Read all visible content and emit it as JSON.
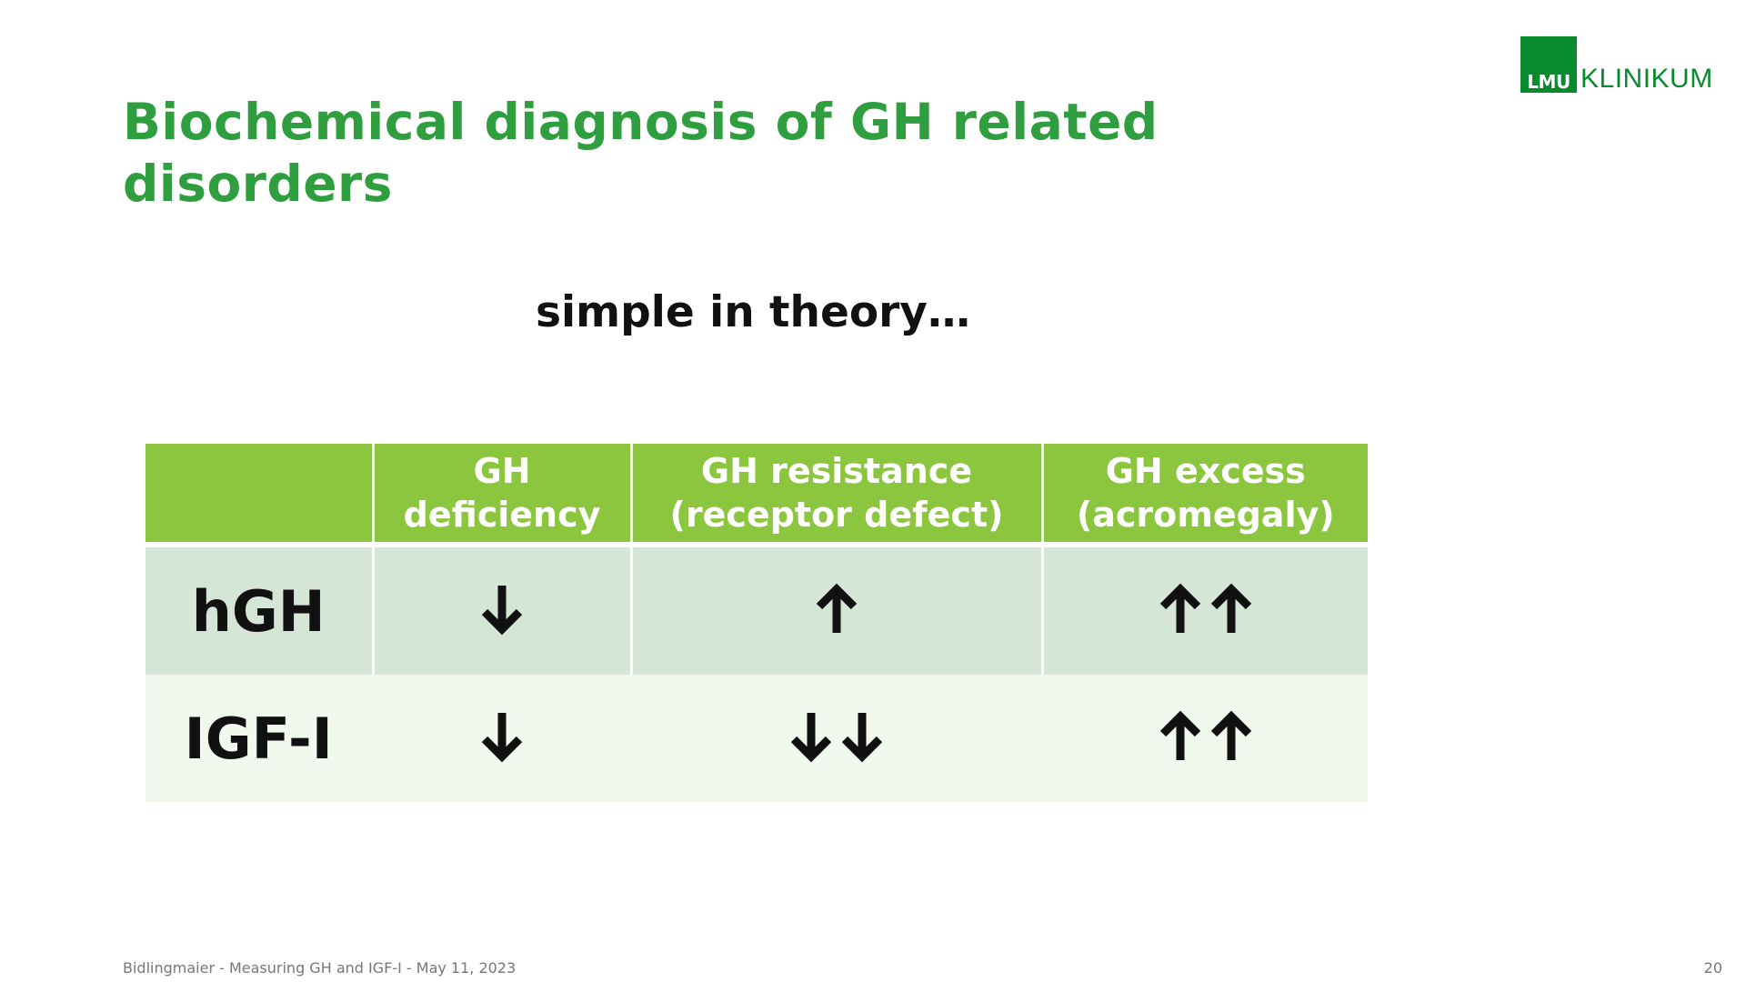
{
  "slide": {
    "title_lines": [
      "Biochemical diagnosis of GH related",
      "disorders"
    ],
    "subtitle": "simple in theory…",
    "footer": "Bidlingmaier - Measuring GH and IGF-I - May 11, 2023",
    "page_number": "20"
  },
  "logo": {
    "box_text": "LMU",
    "text": "KLINIKUM",
    "color": "#0a8a2f"
  },
  "table": {
    "header_color": "#8cc63f",
    "columns": [
      {
        "lines": [
          "",
          ""
        ]
      },
      {
        "lines": [
          "GH",
          "deficiency"
        ]
      },
      {
        "lines": [
          "GH resistance",
          "(receptor defect)"
        ]
      },
      {
        "lines": [
          "GH excess",
          "(acromegaly)"
        ]
      }
    ],
    "rows": [
      {
        "label": "hGH",
        "cells": [
          {
            "direction": "down",
            "count": 1,
            "icon": "down-arrow-icon"
          },
          {
            "direction": "up",
            "count": 1,
            "icon": "up-arrow-icon"
          },
          {
            "direction": "up",
            "count": 2,
            "icon": "up-arrow-icon"
          }
        ]
      },
      {
        "label": "IGF-I",
        "cells": [
          {
            "direction": "down",
            "count": 1,
            "icon": "down-arrow-icon"
          },
          {
            "direction": "down",
            "count": 2,
            "icon": "down-arrow-icon"
          },
          {
            "direction": "up",
            "count": 2,
            "icon": "up-arrow-icon"
          }
        ]
      }
    ]
  }
}
